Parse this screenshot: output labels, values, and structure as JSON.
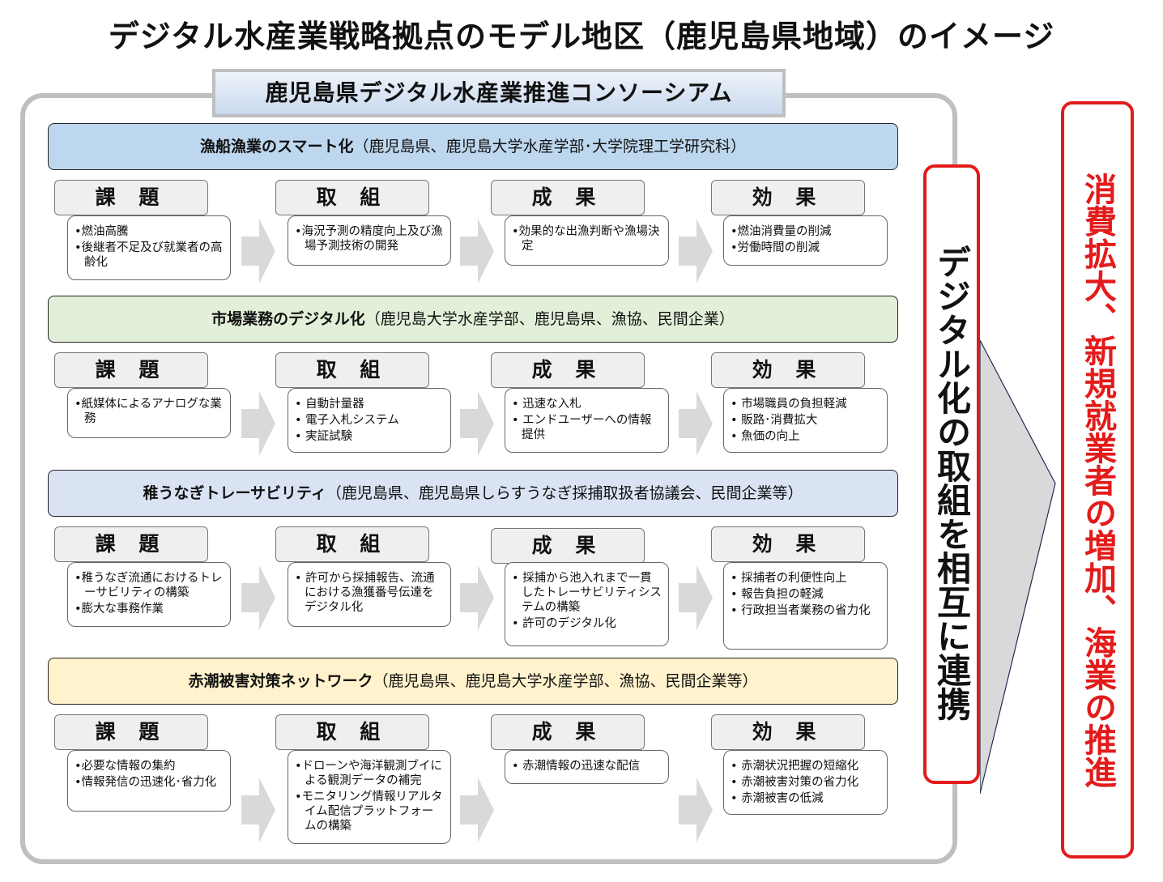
{
  "title": "デジタル水産業戦略拠点のモデル地区（鹿児島県地域）のイメージ",
  "consortium": "鹿児島県デジタル水産業推進コンソーシアム",
  "column_labels": [
    "課 題",
    "取 組",
    "成 果",
    "効 果"
  ],
  "sections": [
    {
      "name": "漁船漁業のスマート化",
      "partners": "（鹿児島県、鹿児島大学水産学部･大学院理工学研究科）",
      "color": "#bdd7ee",
      "boxes": [
        [
          "•燃油高騰",
          "•後継者不足及び就業者の高齢化"
        ],
        [
          "•海況予測の精度向上及び漁場予測技術の開発"
        ],
        [
          "•効果的な出漁判断や漁場決定"
        ],
        [
          "•燃油消費量の削減",
          "•労働時間の削減"
        ]
      ]
    },
    {
      "name": "市場業務のデジタル化",
      "partners": "（鹿児島大学水産学部、鹿児島県、漁協、民間企業）",
      "color": "#e2f0d9",
      "boxes": [
        [
          "•紙媒体によるアナログな業務"
        ],
        [
          "• 自動計量器",
          "• 電子入札システム",
          "• 実証試験"
        ],
        [
          "• 迅速な入札",
          "• エンドユーザーへの情報提供"
        ],
        [
          "• 市場職員の負担軽減",
          "• 販路･消費拡大",
          "• 魚価の向上"
        ]
      ]
    },
    {
      "name": "稚うなぎトレーサビリティ",
      "partners": "（鹿児島県、鹿児島県しらすうなぎ採捕取扱者協議会、民間企業等）",
      "color": "#dae3f3",
      "boxes": [
        [
          "•稚うなぎ流通におけるトレーサビリティの構築",
          "•膨大な事務作業"
        ],
        [
          "• 許可から採捕報告、流通における漁獲番号伝達をデジタル化"
        ],
        [
          "• 採捕から池入れまで一貫したトレーサビリティシステムの構築",
          "• 許可のデジタル化"
        ],
        [
          "• 採捕者の利便性向上",
          "• 報告負担の軽減",
          "• 行政担当者業務の省力化"
        ]
      ]
    },
    {
      "name": "赤潮被害対策ネットワーク",
      "partners": "（鹿児島県、鹿児島大学水産学部、漁協、民間企業等）",
      "color": "#fff2cc",
      "boxes": [
        [
          "•必要な情報の集約",
          "•情報発信の迅速化･省力化"
        ],
        [
          "•ドローンや海洋観測ブイによる観測データの補完",
          "•モニタリング情報リアルタイム配信プラットフォームの構築"
        ],
        [
          "• 赤潮情報の迅速な配信"
        ],
        [
          "• 赤潮状況把握の短縮化",
          "• 赤潮被害対策の省力化",
          "• 赤潮被害の低減"
        ]
      ]
    }
  ],
  "middle_box": "デジタル化の取組を相互に連携",
  "outcome_box": "消費拡大、新規就業者の増加、海業の推進",
  "colors": {
    "accent_red": "#e31b1b",
    "frame_gray": "#bfbfbf"
  }
}
